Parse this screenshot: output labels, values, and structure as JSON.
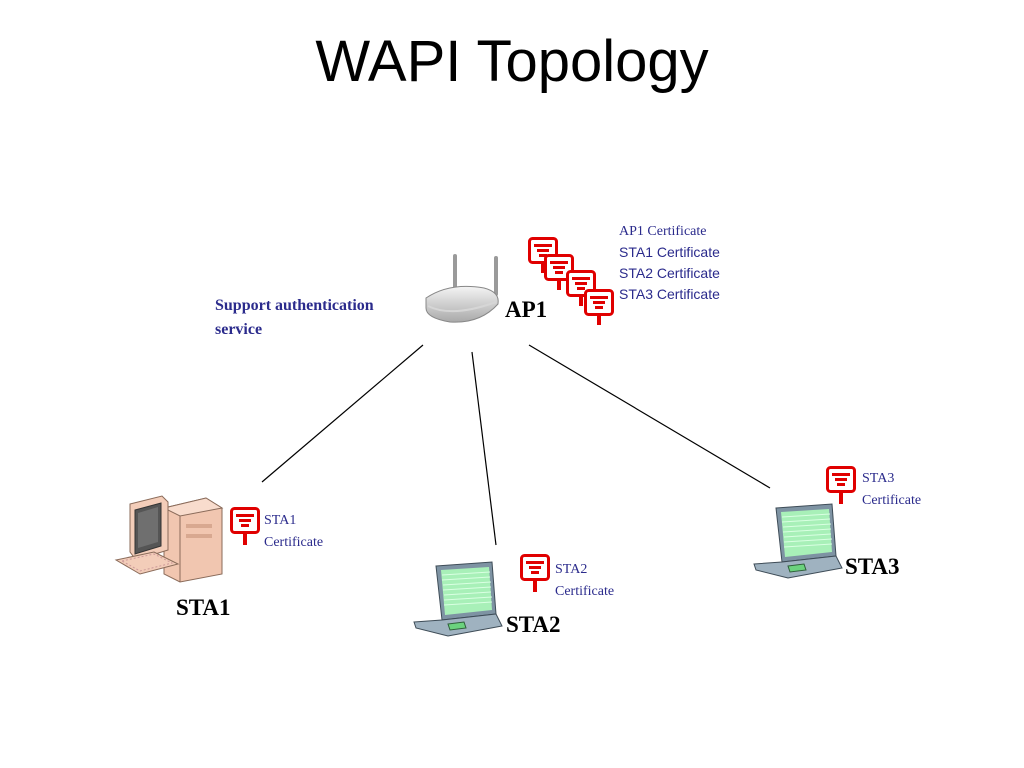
{
  "slide": {
    "title": "WAPI Topology"
  },
  "ap": {
    "label": "AP1",
    "note_line1": "Support authentication",
    "note_line2": "service",
    "certificates": [
      "AP1 Certificate",
      "STA1 Certificate",
      "STA2 Certificate",
      "STA3 Certificate"
    ]
  },
  "stations": {
    "sta1": {
      "label": "STA1",
      "cert_line1": "STA1",
      "cert_line2": "Certificate",
      "device_icon": "desktop-computer-icon"
    },
    "sta2": {
      "label": "STA2",
      "cert_line1": "STA2",
      "cert_line2": "Certificate",
      "device_icon": "laptop-icon"
    },
    "sta3": {
      "label": "STA3",
      "cert_line1": "STA3",
      "cert_line2": "Certificate",
      "device_icon": "laptop-icon"
    }
  },
  "icons": {
    "router": "wireless-router-icon",
    "certificate": "certificate-icon"
  },
  "colors": {
    "text_blue": "#2b2b8c",
    "certificate_red": "#e00000",
    "laptop_screen": "#a8f0b8",
    "link_line": "#000000"
  }
}
